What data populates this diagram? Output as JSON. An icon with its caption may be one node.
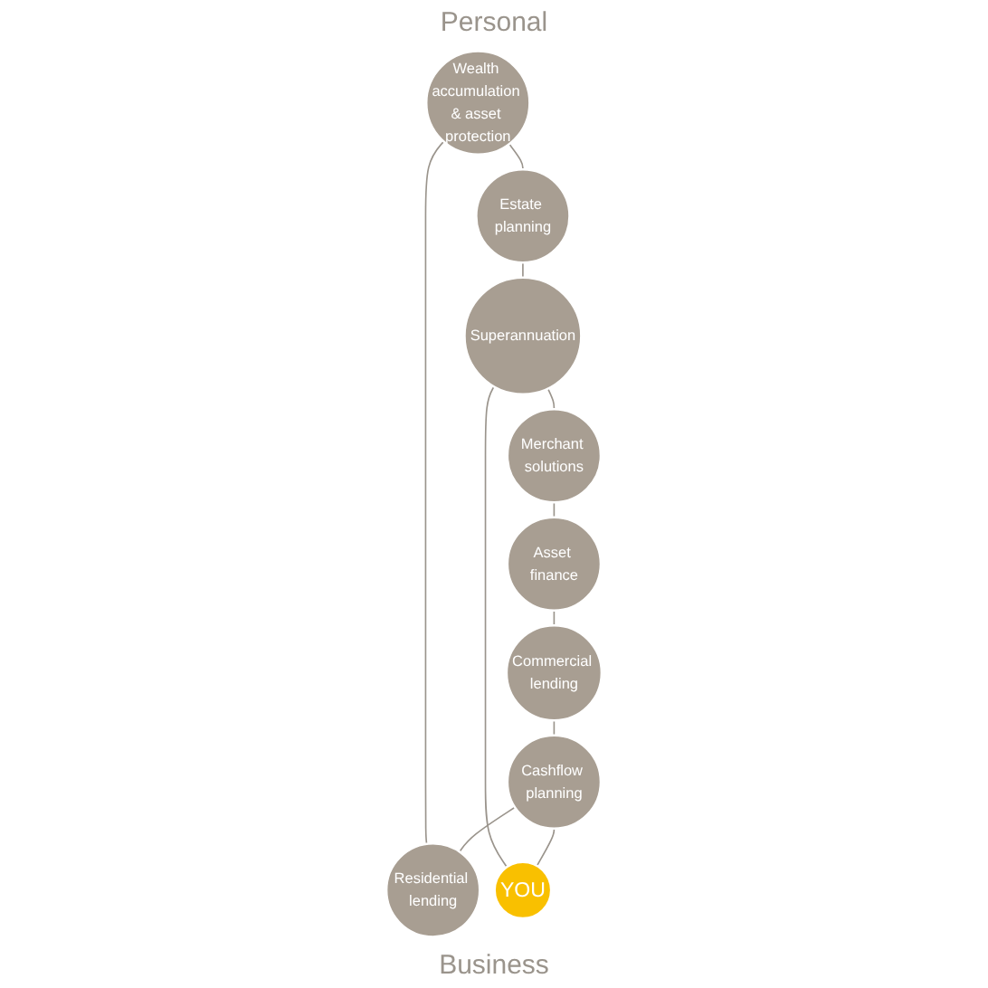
{
  "diagram": {
    "nodes": [
      {
        "text": [
          "Wealth accumulation & asset protection"
        ]
      },
      {
        "text": [
          "Residential lending"
        ]
      },
      {
        "text": [
          "Estate planning"
        ]
      },
      {
        "text": [
          "Cashflow planning"
        ]
      },
      {
        "text": [
          "YOU"
        ]
      },
      {
        "text": [
          "Superannuation"
        ]
      },
      {
        "text": [
          "Commercial lending"
        ]
      },
      {
        "text": [
          "Merchant solutions"
        ]
      },
      {
        "text": [
          "Asset finance"
        ]
      }
    ],
    "edges": [
      {
        "from": 1,
        "to": 0,
        "arrow": "none"
      },
      {
        "from": 0,
        "to": 2,
        "arrow": "none"
      },
      {
        "from": 2,
        "to": 5,
        "arrow": "none"
      },
      {
        "from": 5,
        "to": 7,
        "arrow": "none"
      },
      {
        "from": 7,
        "to": 8,
        "arrow": "none"
      },
      {
        "from": 8,
        "to": 6,
        "arrow": "none"
      },
      {
        "from": 6,
        "to": 3,
        "arrow": "none"
      },
      {
        "from": 3,
        "to": 1,
        "arrow": "none"
      },
      {
        "from": 3,
        "to": 4,
        "arrow": "none"
      },
      {
        "from": 4,
        "to": 5,
        "arrow": "none"
      }
    ],
    "labels": [
      "Personal",
      "Business"
    ]
  }
}
